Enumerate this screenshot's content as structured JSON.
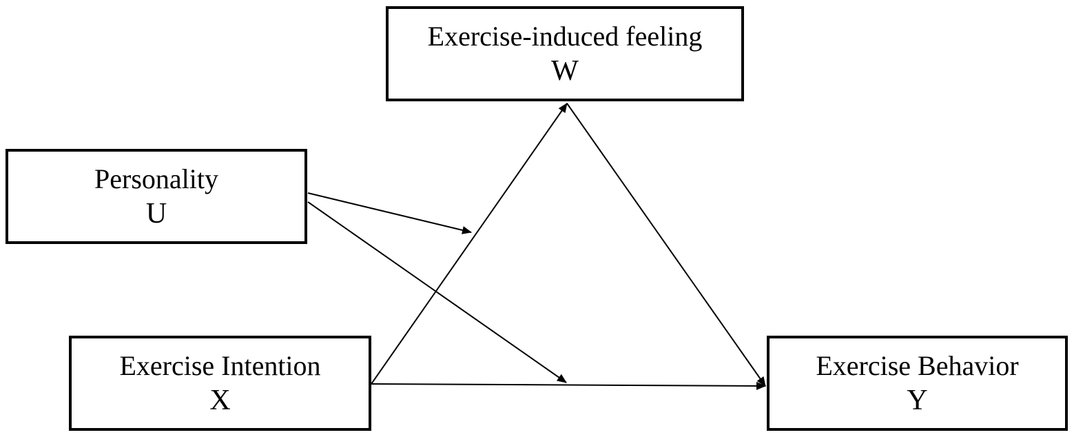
{
  "nodes": {
    "w": {
      "label": "Exercise-induced feeling",
      "symbol": "W"
    },
    "u": {
      "label": "Personality",
      "symbol": "U"
    },
    "x": {
      "label": "Exercise Intention",
      "symbol": "X"
    },
    "y": {
      "label": "Exercise Behavior",
      "symbol": "Y"
    }
  },
  "edges": [
    {
      "from": "x",
      "to": "w",
      "kind": "path"
    },
    {
      "from": "w",
      "to": "y",
      "kind": "path"
    },
    {
      "from": "x",
      "to": "y",
      "kind": "path"
    },
    {
      "from": "u",
      "to": "x-w path",
      "kind": "moderation"
    },
    {
      "from": "u",
      "to": "x-y path",
      "kind": "moderation"
    }
  ],
  "colors": {
    "line": "#000000",
    "background": "#ffffff"
  }
}
